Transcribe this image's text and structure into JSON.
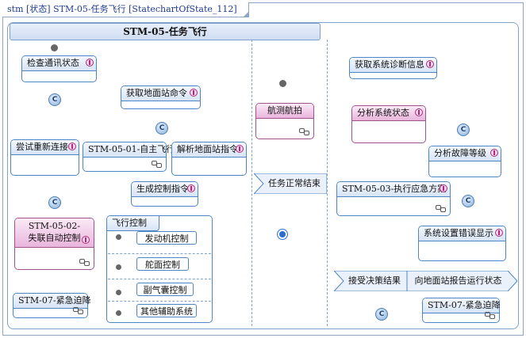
{
  "frame_label": "stm [状态] STM-05-任务飞行 [StatechartOfState_112]",
  "composite_title": "STM-05-任务飞行",
  "states": {
    "check_comm": "检查通讯状态",
    "get_ground_cmd": "获取地面站命令",
    "retry_connect": "尝试重新连接",
    "auto_flight": "STM-05-01-自主飞行",
    "parse_ground_cmd": "解析地面站指令",
    "gen_control_cmd": "生成控制指令",
    "lost_link_line1": "STM-05-02-",
    "lost_link_line2": "失联自动控制",
    "emergency_landing_left": "STM-07-紧急迫降",
    "flight_control": "飞行控制",
    "engine_control": "发动机控制",
    "rudder_control": "舵面控制",
    "airbag_control": "副气囊控制",
    "other_aux": "其他辅助系统",
    "aerial_photo": "航测航拍",
    "get_diag_info": "获取系统诊断信息",
    "analyze_system": "分析系统状态",
    "analyze_fault": "分析故障等级",
    "exec_emergency": "STM-05-03-执行应急方案",
    "set_error_display": "系统设置错误显示",
    "emergency_landing_right": "STM-07-紧急迫降"
  },
  "signals": {
    "mission_end": "任务正常结束",
    "accept_decision": "接受决策结果",
    "report_status": "向地面站报告运行状态"
  },
  "choice_label": "C",
  "colors": {
    "state_border": "#4d86c6",
    "pink_border": "#a0528c",
    "edge": "#555555"
  }
}
